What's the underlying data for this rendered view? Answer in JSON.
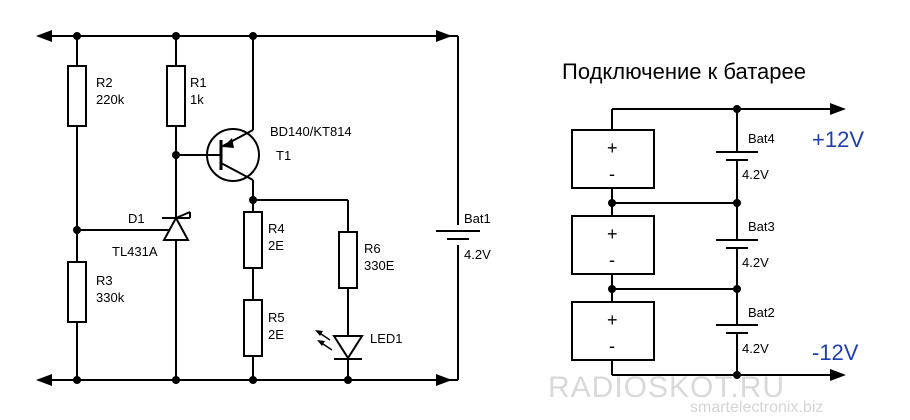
{
  "circuit": {
    "components": [
      {
        "ref": "R2",
        "value": "220k"
      },
      {
        "ref": "R1",
        "value": "1k"
      },
      {
        "ref": "T1",
        "part": "BD140/KT814"
      },
      {
        "ref": "D1",
        "part": "TL431A"
      },
      {
        "ref": "R3",
        "value": "330k"
      },
      {
        "ref": "R4",
        "value": "2E"
      },
      {
        "ref": "R5",
        "value": "2E"
      },
      {
        "ref": "R6",
        "value": "330E"
      },
      {
        "ref": "LED1"
      },
      {
        "ref": "Bat1",
        "value": "4.2V"
      }
    ]
  },
  "connection": {
    "title": "Подключение к батарее",
    "batteries": [
      {
        "ref": "Bat4",
        "voltage": "4.2V",
        "plus": "+",
        "minus": "-"
      },
      {
        "ref": "Bat3",
        "voltage": "4.2V",
        "plus": "+",
        "minus": "-"
      },
      {
        "ref": "Bat2",
        "voltage": "4.2V",
        "plus": "+",
        "minus": "-"
      }
    ],
    "positive_rail": "+12V",
    "negative_rail": "-12V"
  },
  "watermark": {
    "main": "RADIOSKOT.RU",
    "sub": "smartelectronix.biz"
  },
  "colors": {
    "wire": "#000000",
    "voltage_label": "#1f3fb0",
    "watermark": "#d9d9d9"
  }
}
